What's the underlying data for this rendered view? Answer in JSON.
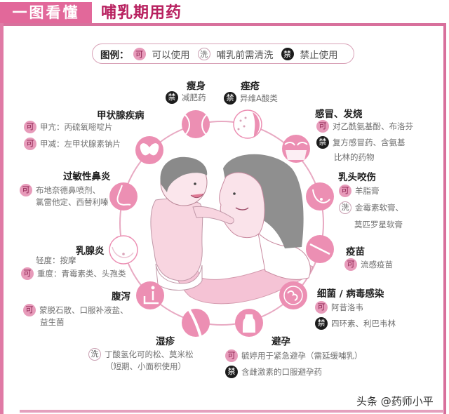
{
  "header": {
    "tag": "一图看懂",
    "title": "哺乳期用药"
  },
  "legend": {
    "label": "图例：",
    "items": [
      {
        "badge": "可",
        "text": "可以使用",
        "type": "allowed"
      },
      {
        "badge": "洗",
        "text": "哺乳前需清洗",
        "type": "wash"
      },
      {
        "badge": "禁",
        "text": "禁止使用",
        "type": "forbidden"
      }
    ]
  },
  "sections": [
    {
      "title": "瘦身",
      "icon": "ball-icon",
      "items": [
        {
          "badge": "禁",
          "type": "forbidden",
          "lines": [
            "减肥药"
          ]
        }
      ]
    },
    {
      "title": "痤疮",
      "icon": "acne-face-icon",
      "items": [
        {
          "badge": "禁",
          "type": "forbidden",
          "lines": [
            "异维A酸类"
          ]
        }
      ]
    },
    {
      "title": "感冒、发烧",
      "icon": "sick-face-icon",
      "items": [
        {
          "badge": "可",
          "type": "allowed",
          "lines": [
            "对乙酰氨基酚、布洛芬"
          ]
        },
        {
          "badge": "禁",
          "type": "forbidden",
          "lines": [
            "复方感冒药、含氨基",
            "比林的药物"
          ]
        }
      ]
    },
    {
      "title": "乳头咬伤",
      "icon": "breast-icon",
      "items": [
        {
          "badge": "可",
          "type": "allowed",
          "lines": [
            "羊脂膏"
          ]
        },
        {
          "badge": "洗",
          "type": "wash",
          "lines": [
            "金霉素软膏、",
            "莫匹罗星软膏"
          ]
        }
      ]
    },
    {
      "title": "疫苗",
      "icon": "syringe-icon",
      "items": [
        {
          "badge": "可",
          "type": "allowed",
          "lines": [
            "流感疫苗"
          ]
        }
      ]
    },
    {
      "title": "细菌 / 病毒感染",
      "icon": "bacteria-icon",
      "items": [
        {
          "badge": "可",
          "type": "allowed",
          "lines": [
            "阿昔洛韦"
          ]
        },
        {
          "badge": "禁",
          "type": "forbidden",
          "lines": [
            "四环素、利巴韦林"
          ]
        }
      ]
    },
    {
      "title": "避孕",
      "icon": "contraceptive-icon",
      "items": [
        {
          "badge": "可",
          "type": "allowed",
          "lines": [
            "毓婷用于紧急避孕（需延缓哺乳）"
          ]
        },
        {
          "badge": "禁",
          "type": "forbidden",
          "lines": [
            "含雌激素的口服避孕药"
          ]
        }
      ]
    },
    {
      "title": "湿疹",
      "icon": "eczema-arm-icon",
      "items": [
        {
          "badge": "洗",
          "type": "wash",
          "lines": [
            "丁酸氢化可的松、莫米松",
            "（短期、小面积使用）"
          ]
        }
      ]
    },
    {
      "title": "腹泻",
      "icon": "toilet-icon",
      "items": [
        {
          "badge": "可",
          "type": "allowed",
          "lines": [
            "蒙脱石散、口服补液盐、",
            "益生菌"
          ]
        }
      ]
    },
    {
      "title": "乳腺炎",
      "icon": "mastitis-icon",
      "note": "轻度：按摩",
      "items": [
        {
          "badge": "可",
          "type": "allowed",
          "lines": [
            "重度：青霉素类、头孢类"
          ]
        }
      ]
    },
    {
      "title": "过敏性鼻炎",
      "icon": "nose-icon",
      "items": [
        {
          "badge": "可",
          "type": "allowed",
          "lines": [
            "布地奈德鼻喷剂、",
            "氯雷他定、西替利嗪"
          ]
        }
      ]
    },
    {
      "title": "甲状腺疾病",
      "icon": "thyroid-icon",
      "items": [
        {
          "badge": "可",
          "type": "allowed",
          "lines": [
            "甲亢：丙硫氧嘧啶片"
          ]
        },
        {
          "badge": "可",
          "type": "allowed",
          "lines": [
            "甲减：左甲状腺素钠片"
          ]
        }
      ]
    }
  ],
  "watermark": "头条 @药师小平",
  "colors": {
    "brand_pink": "#e2689a",
    "title_magenta": "#b8205f",
    "allowed_badge": "#e79bba",
    "forbidden_badge": "#1c1c1c",
    "ring": "#e8a9c2",
    "icon_fill": "#ec8fb3"
  }
}
